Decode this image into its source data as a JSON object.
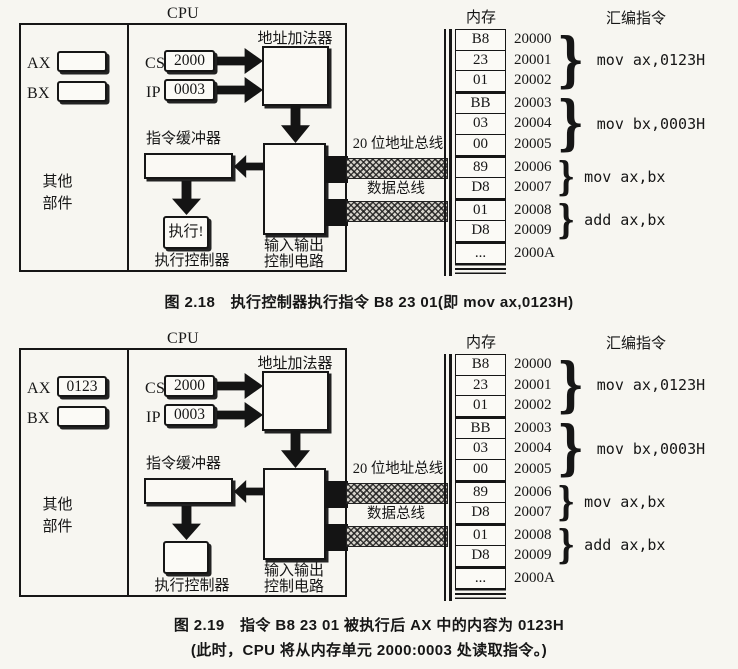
{
  "colors": {
    "ink": "#161616",
    "paper": "#f7f6f1",
    "bus_fill": "#d8d5cd"
  },
  "figures": [
    {
      "cpu_label": "CPU",
      "registers": [
        {
          "name": "AX",
          "value": ""
        },
        {
          "name": "BX",
          "value": ""
        }
      ],
      "other_parts_lines": [
        "其他",
        "部件"
      ],
      "pointer_registers": [
        {
          "name": "CS",
          "value": "2000"
        },
        {
          "name": "IP",
          "value": "0003"
        }
      ],
      "adder_label": "地址加法器",
      "instruction_buffer_label": "指令缓冲器",
      "execute_text": "执行!",
      "execute_controller_label": "执行控制器",
      "io_circuit_lines": [
        "输入输出",
        "控制电路"
      ],
      "address_bus_label": "20 位地址总线",
      "data_bus_label": "数据总线",
      "memory_title": "内存",
      "asm_title": "汇编指令",
      "memory_cells": [
        "B8",
        "23",
        "01",
        "BB",
        "03",
        "00",
        "89",
        "D8",
        "01",
        "D8",
        "..."
      ],
      "memory_addresses": [
        "20000",
        "20001",
        "20002",
        "20003",
        "20004",
        "20005",
        "20006",
        "20007",
        "20008",
        "20009",
        "2000A"
      ],
      "instruction_groups": [
        {
          "rows": 3,
          "instruction": "mov ax,0123H"
        },
        {
          "rows": 3,
          "instruction": "mov bx,0003H"
        },
        {
          "rows": 2,
          "instruction": "mov ax,bx"
        },
        {
          "rows": 2,
          "instruction": "add ax,bx"
        }
      ],
      "captions": [
        "图 2.18　执行控制器执行指令 B8 23 01(即 mov ax,0123H)"
      ]
    },
    {
      "cpu_label": "CPU",
      "registers": [
        {
          "name": "AX",
          "value": "0123"
        },
        {
          "name": "BX",
          "value": ""
        }
      ],
      "other_parts_lines": [
        "其他",
        "部件"
      ],
      "pointer_registers": [
        {
          "name": "CS",
          "value": "2000"
        },
        {
          "name": "IP",
          "value": "0003"
        }
      ],
      "adder_label": "地址加法器",
      "instruction_buffer_label": "指令缓冲器",
      "execute_text": "",
      "execute_controller_label": "执行控制器",
      "io_circuit_lines": [
        "输入输出",
        "控制电路"
      ],
      "address_bus_label": "20 位地址总线",
      "data_bus_label": "数据总线",
      "memory_title": "内存",
      "asm_title": "汇编指令",
      "memory_cells": [
        "B8",
        "23",
        "01",
        "BB",
        "03",
        "00",
        "89",
        "D8",
        "01",
        "D8",
        "..."
      ],
      "memory_addresses": [
        "20000",
        "20001",
        "20002",
        "20003",
        "20004",
        "20005",
        "20006",
        "20007",
        "20008",
        "20009",
        "2000A"
      ],
      "instruction_groups": [
        {
          "rows": 3,
          "instruction": "mov ax,0123H"
        },
        {
          "rows": 3,
          "instruction": "mov bx,0003H"
        },
        {
          "rows": 2,
          "instruction": "mov ax,bx"
        },
        {
          "rows": 2,
          "instruction": "add ax,bx"
        }
      ],
      "captions": [
        "图 2.19　指令 B8 23 01 被执行后 AX 中的内容为 0123H",
        "(此时，CPU 将从内存单元 2000:0003 处读取指令。)"
      ]
    }
  ]
}
